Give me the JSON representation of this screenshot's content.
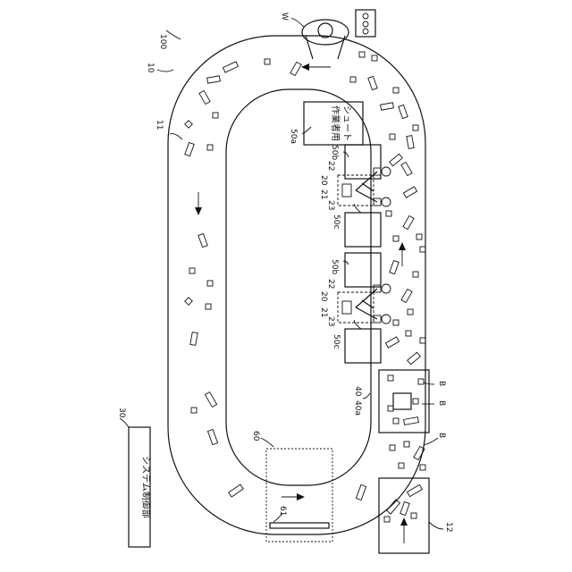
{
  "labels": {
    "system": "100",
    "conveyor": "10",
    "belt": "11",
    "supply": "12",
    "worker": "W",
    "robot_a": "20",
    "robot_b": "20",
    "arm_a": "21",
    "arm_b": "21",
    "hand_a1": "22",
    "hand_a2": "23",
    "hand_b1": "22",
    "hand_b2": "23",
    "chute_a": "50a",
    "chute_b1": "50b",
    "chute_c1": "50c",
    "chute_b2": "50b",
    "chute_c2": "50c",
    "camera": "40",
    "camera_area": "40a",
    "bottle1": "B",
    "bottle2": "B",
    "bottle3": "B",
    "collector": "60",
    "collector_bar": "61",
    "controller_num": "30",
    "controller_text": "システム制御部",
    "chute_text_1": "作業者用",
    "chute_text_2": "シュート"
  }
}
